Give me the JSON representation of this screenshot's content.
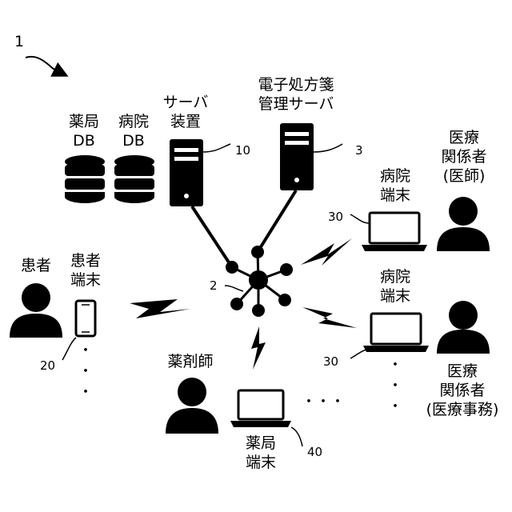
{
  "figure_ref": "1",
  "labels": {
    "pharmacy_db": [
      "薬局",
      "DB"
    ],
    "hospital_db": [
      "病院",
      "DB"
    ],
    "server_device": [
      "サーバ",
      "装置"
    ],
    "eprescription_server": [
      "電子処方箋",
      "管理サーバ"
    ],
    "medical_staff_doctor": [
      "医療",
      "関係者",
      "(医師)"
    ],
    "hospital_terminal_1": [
      "病院",
      "端末"
    ],
    "hospital_terminal_2": [
      "病院",
      "端末"
    ],
    "patient": "患者",
    "patient_terminal": [
      "患者",
      "端末"
    ],
    "pharmacist": "薬剤師",
    "pharmacy_terminal": [
      "薬局",
      "端末"
    ],
    "medical_staff_clerk": [
      "医療",
      "関係者",
      "(医療事務)"
    ]
  },
  "refs": {
    "network": "2",
    "eprescription_server": "3",
    "server_device": "10",
    "patient_terminal": "20",
    "hospital_terminal_1": "30",
    "hospital_terminal_2": "30",
    "pharmacy_terminal": "40"
  },
  "ellipses": {
    "horizontal": "・・・",
    "vertical": "・"
  }
}
